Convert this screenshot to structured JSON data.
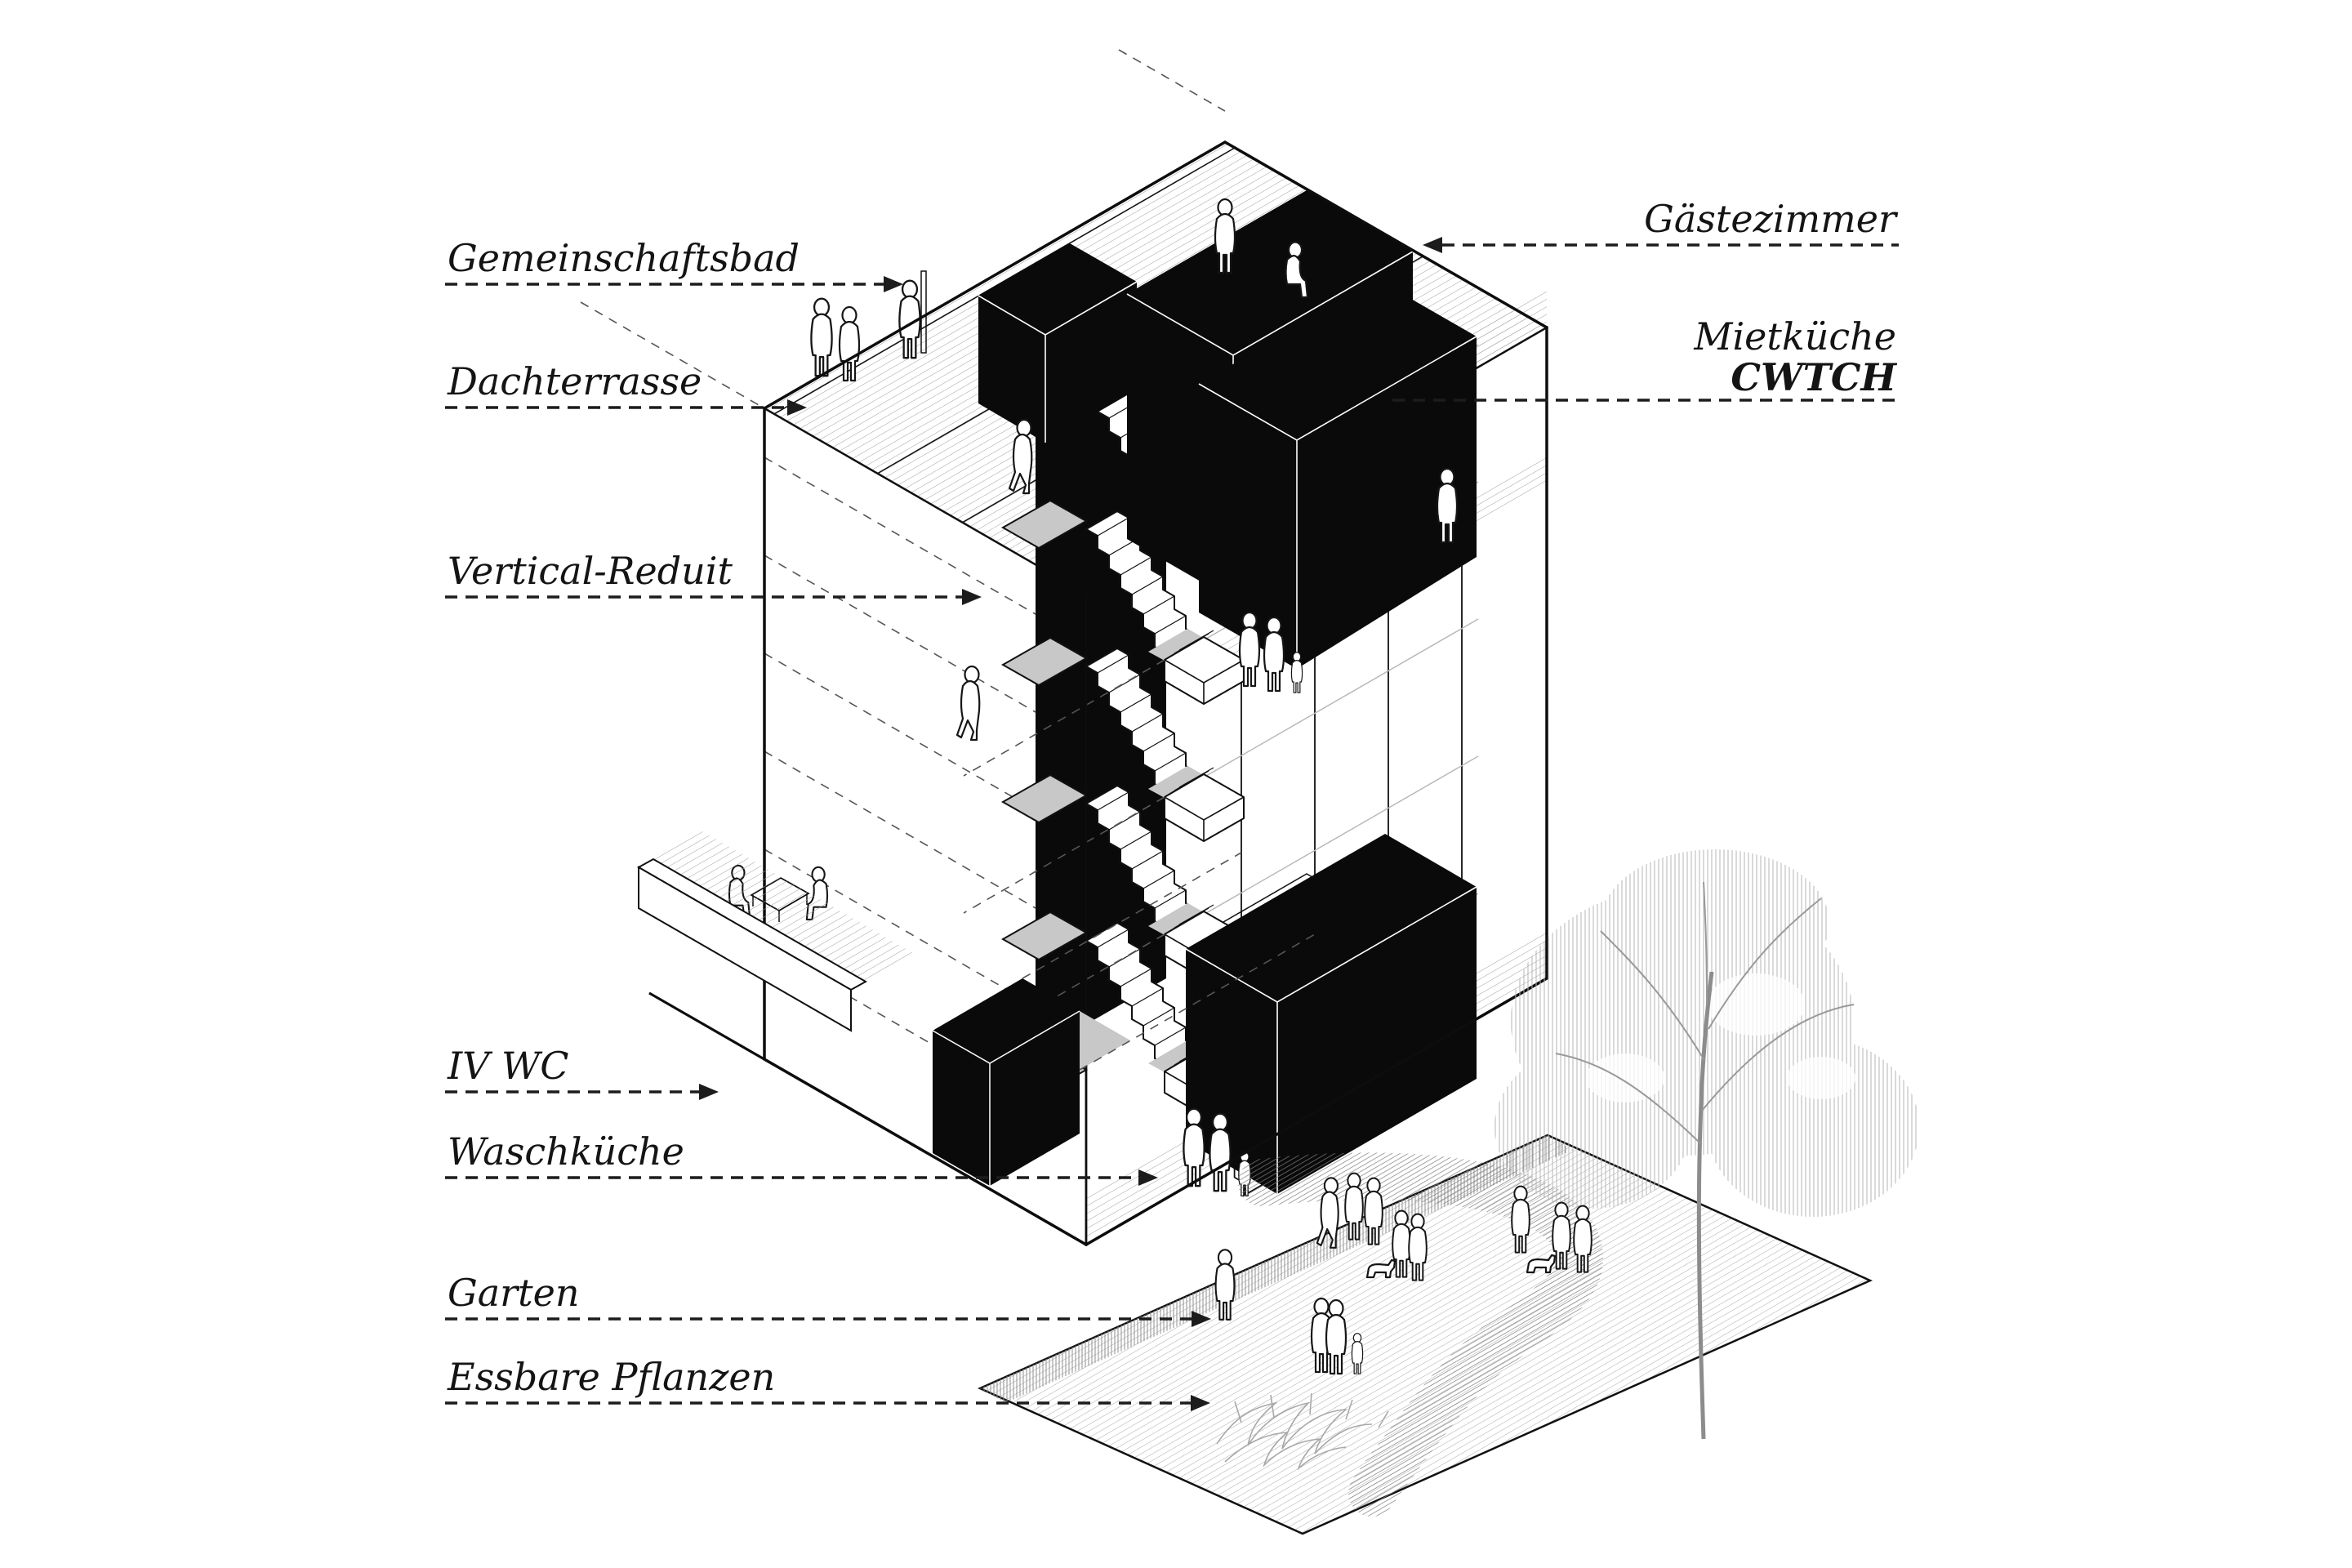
{
  "diagram": {
    "type": "axonometric-building-cutaway",
    "labels_left": [
      {
        "id": "gemeinschaftsbad",
        "text": "Gemeinschaftsbad"
      },
      {
        "id": "dachterrasse",
        "text": "Dachterrasse"
      },
      {
        "id": "vertical_reduit",
        "text": "Vertical-Reduit"
      },
      {
        "id": "iv_wc",
        "text": "IV WC"
      },
      {
        "id": "waschkueche",
        "text": "Waschküche"
      },
      {
        "id": "garten",
        "text": "Garten"
      },
      {
        "id": "essbare_pflanzen",
        "text": "Essbare Pflanzen"
      }
    ],
    "labels_right": [
      {
        "id": "gaestezimmer",
        "text": "Gästezimmer"
      },
      {
        "id": "mietkueche",
        "text": "Mietküche",
        "line2": "CWTCH"
      }
    ],
    "colors": {
      "background": "#ffffff",
      "ink": "#141414",
      "volume_black": "#0a0a0a",
      "landing_gray": "#c8c8c8",
      "hatch_gray": "#9f9f9f",
      "tree_gray": "#a9a9a9",
      "path_gray": "#7d7d7d"
    }
  }
}
